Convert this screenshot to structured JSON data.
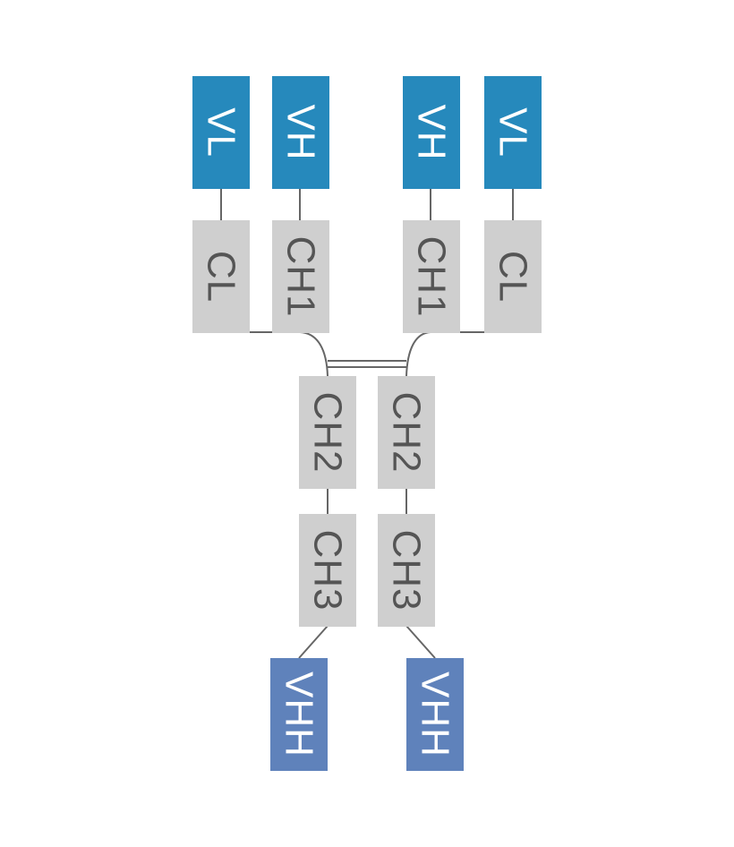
{
  "colors": {
    "variable_light_and_heavy": "#2689BC",
    "constant": "#CFCFCF",
    "vhh": "#5F82BB",
    "connector": "#666666",
    "label_on_variable": "#FFFFFF",
    "label_on_constant": "#555555",
    "background": "#FFFFFF"
  },
  "domains": {
    "vl_left": "VL",
    "vh_left": "VH",
    "vh_right": "VH",
    "vl_right": "VL",
    "cl_left": "CL",
    "ch1_left": "CH1",
    "ch1_right": "CH1",
    "cl_right": "CL",
    "ch2_left": "CH2",
    "ch2_right": "CH2",
    "ch3_left": "CH3",
    "ch3_right": "CH3",
    "vhh_left": "VHH",
    "vhh_right": "VHH"
  }
}
